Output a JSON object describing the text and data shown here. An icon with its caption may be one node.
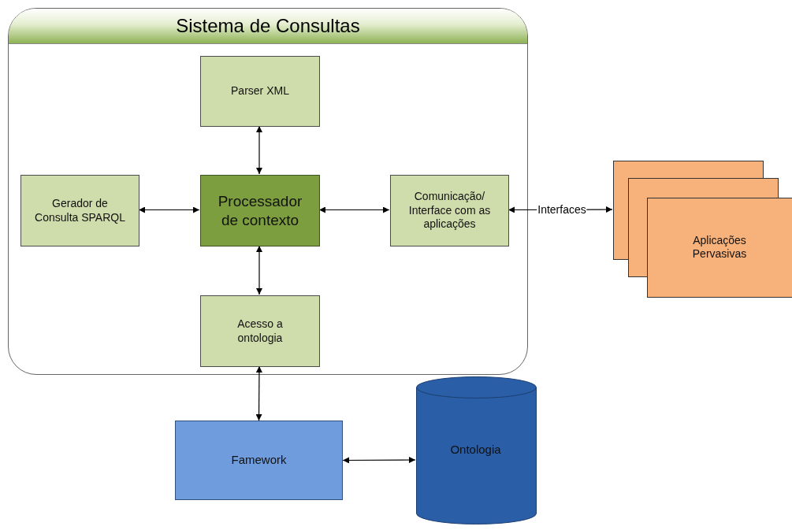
{
  "diagram": {
    "nodes": [
      {
        "text": [
          "Sistema de Consultas"
        ]
      },
      {
        "text": [
          "Parser XML"
        ],
        "in": 0
      },
      {
        "text": [
          "Gerador de Consulta SPARQL"
        ],
        "in": 0
      },
      {
        "text": [
          "Processador de contexto"
        ],
        "in": 0
      },
      {
        "text": [
          "Comunicação/ Interface com as aplicações"
        ],
        "in": 0
      },
      {
        "text": [
          "Acesso a ontologia"
        ],
        "in": 0
      },
      {
        "text": [
          "Aplicações Pervasivas"
        ]
      },
      {
        "text": [
          "Famework"
        ]
      },
      {
        "text": [
          "Ontologia"
        ]
      }
    ],
    "edges": [
      {
        "from": 1,
        "to": 3,
        "arrow": "both"
      },
      {
        "from": 2,
        "to": 3,
        "arrow": "both"
      },
      {
        "from": 3,
        "to": 4,
        "arrow": "both"
      },
      {
        "from": 4,
        "to": 6,
        "arrow": "both",
        "label": "Interfaces"
      },
      {
        "from": 3,
        "to": 5,
        "arrow": "both"
      },
      {
        "from": 5,
        "to": 7,
        "arrow": "both"
      },
      {
        "from": 7,
        "to": 8,
        "arrow": "both"
      }
    ]
  }
}
